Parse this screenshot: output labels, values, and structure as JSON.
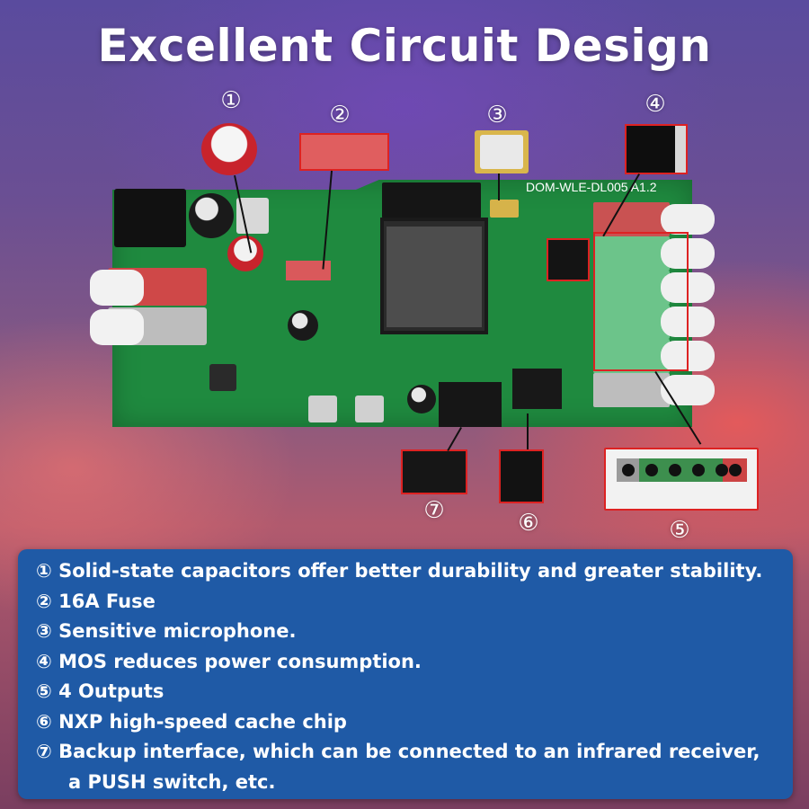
{
  "title": "Excellent Circuit Design",
  "markers": {
    "m1": "①",
    "m2": "②",
    "m3": "③",
    "m4": "④",
    "m5": "⑤",
    "m6": "⑥",
    "m7": "⑦"
  },
  "board": {
    "silkscreen": "DOM-WLE-DL005   A1.2"
  },
  "features": [
    "① Solid-state capacitors offer better durability and greater stability.",
    "② 16A Fuse",
    "③ Sensitive microphone.",
    "④ MOS reduces power consumption.",
    "⑤ 4 Outputs",
    "⑥ NXP high-speed cache chip",
    "⑦ Backup interface, which can be connected to an infrared receiver,",
    "a PUSH switch, etc."
  ],
  "colors": {
    "panel": "#1f5aa6",
    "pcb": "#1f8a3f",
    "callout_border": "#dd2222"
  }
}
